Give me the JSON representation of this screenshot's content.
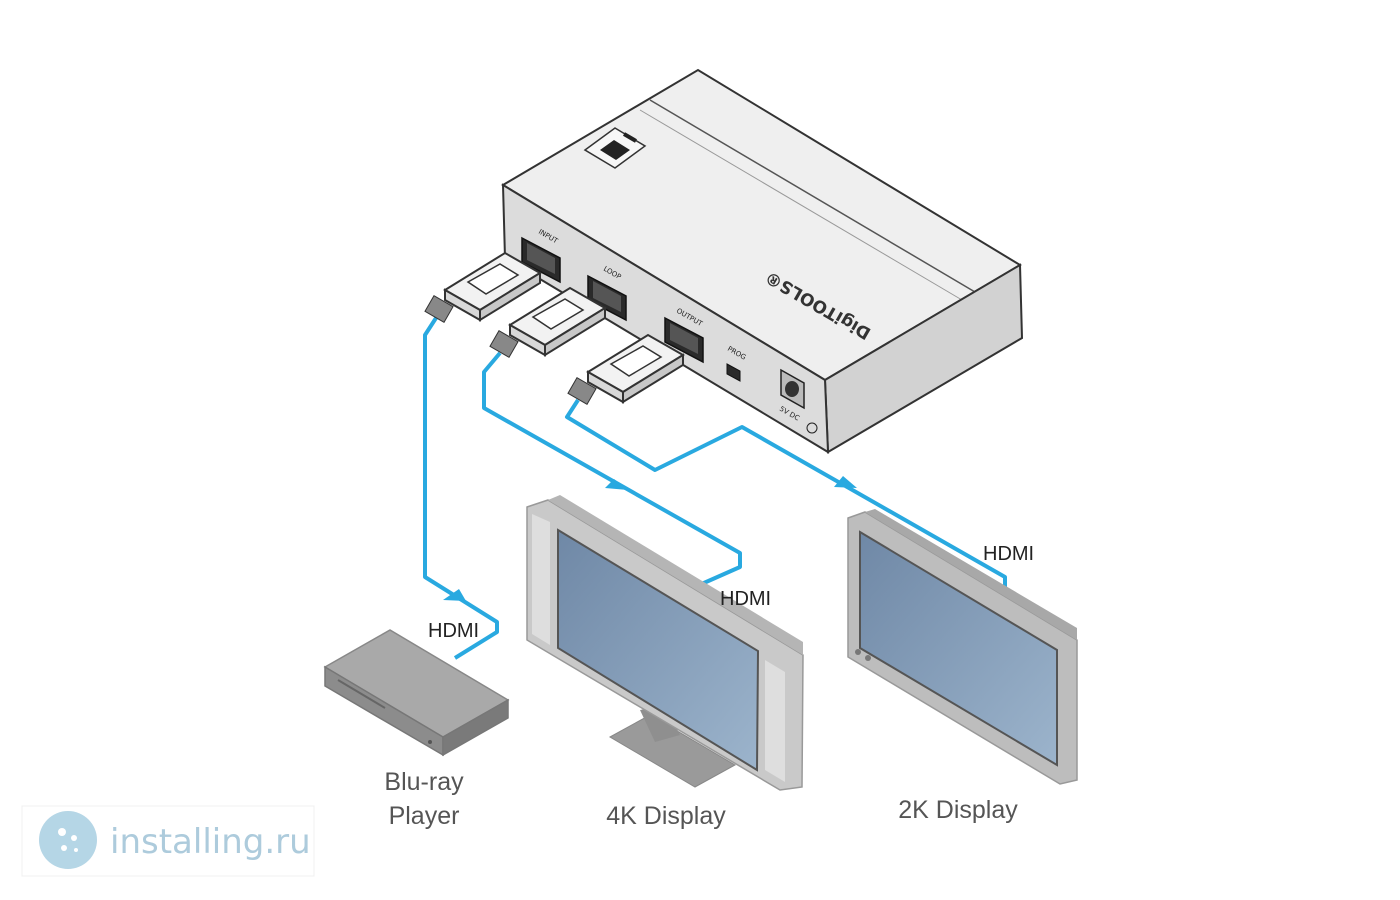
{
  "device": {
    "brand": "DigiTOOLS®",
    "ports": {
      "input": "INPUT",
      "loop": "LOOP",
      "output": "OUTPUT",
      "prog": "PROG",
      "power": "5V DC"
    }
  },
  "devices": {
    "bluray": {
      "line1": "Blu-ray",
      "line2": "Player"
    },
    "display_4k": "4K Display",
    "display_2k": "2K Display"
  },
  "cables": {
    "bluray": "HDMI",
    "display_4k": "HDMI",
    "display_2k": "HDMI"
  },
  "watermark": "installing.ru",
  "colors": {
    "cable": "#29a9e0",
    "screen": "#7f99b5",
    "chassis": "#e4e4e4"
  }
}
